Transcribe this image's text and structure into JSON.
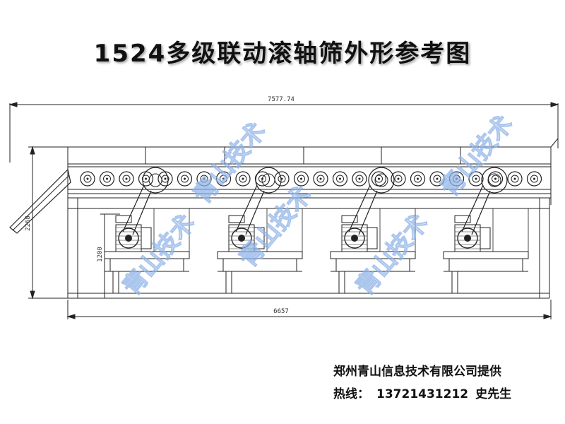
{
  "title": "1524多级联动滚轴筛外形参考图",
  "dimensions": {
    "overall_length": "7577.74",
    "frame_length": "6657",
    "overall_height": "2268",
    "motor_height": "1200"
  },
  "watermark": "青山技术",
  "footer": {
    "provider": "郑州青山信息技术有限公司提供",
    "hotline_label": "热线：",
    "hotline_number": "13721431212",
    "contact_name": "史先生"
  },
  "colors": {
    "line": "#222222",
    "text": "#111111",
    "watermark": "#8fb3e8"
  }
}
